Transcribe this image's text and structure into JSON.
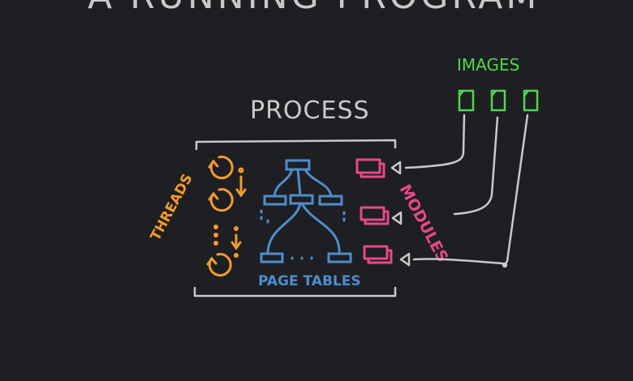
{
  "title": "A Running Program",
  "process_label": "Process",
  "images_label": "Images",
  "threads_label": "Threads",
  "page_tables_label": "Page Tables",
  "modules_label": "Modules",
  "colors": {
    "background": "#1e1f22",
    "process": "#c9c9c9",
    "threads": "#f29a2e",
    "page_tables": "#4f8ccc",
    "modules": "#e5488a",
    "images": "#4fd64f"
  }
}
